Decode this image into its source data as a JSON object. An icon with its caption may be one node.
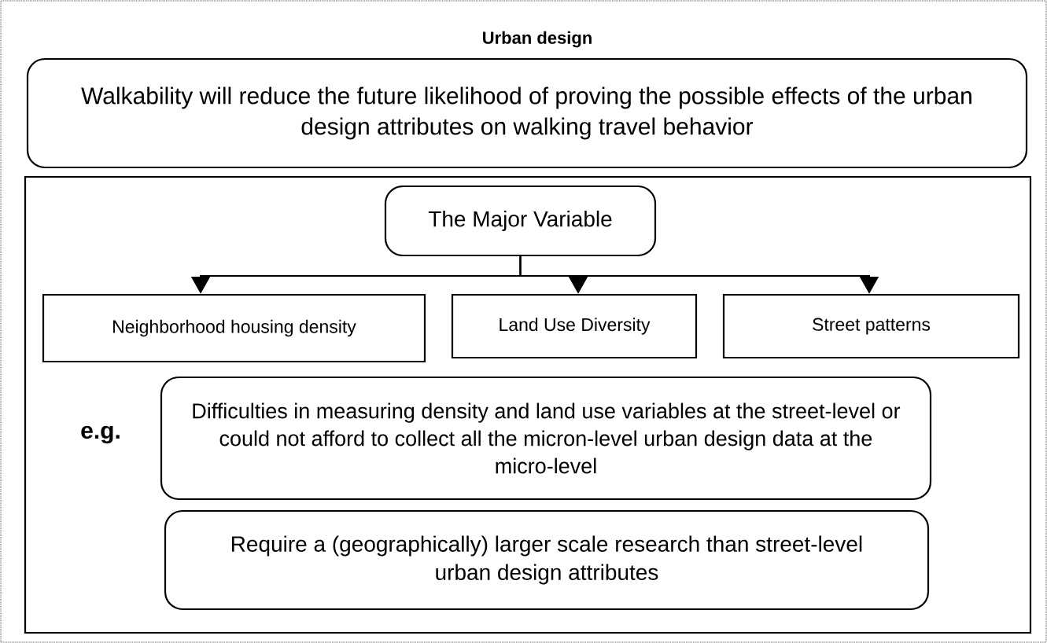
{
  "diagram": {
    "title": "Urban design",
    "nodes": [
      {
        "text": [
          "Walkability will reduce the future likelihood of proving the possible effects of the urban design attributes on walking travel behavior"
        ]
      },
      {
        "text": [],
        "shape": "box"
      },
      {
        "text": [
          "The Major Variable"
        ],
        "in": 1
      },
      {
        "text": [
          "Neighborhood housing density"
        ],
        "in": 1
      },
      {
        "text": [
          "Land Use Diversity"
        ],
        "in": 1
      },
      {
        "text": [
          "Street patterns"
        ],
        "in": 1
      },
      {
        "text": [
          "Difficulties in measuring density and land use variables at the street-level or could not afford to collect all the micron-level urban design data at the micro-level"
        ],
        "in": 1
      },
      {
        "text": [
          "Require a (geographically) larger scale research than street-level urban design attributes"
        ],
        "in": 1
      }
    ],
    "edges": [
      {
        "from": 2,
        "to": 3,
        "arrow": "to"
      },
      {
        "from": 2,
        "to": 4,
        "arrow": "to"
      },
      {
        "from": 2,
        "to": 5,
        "arrow": "to"
      }
    ],
    "labels": [
      "e.g."
    ]
  }
}
